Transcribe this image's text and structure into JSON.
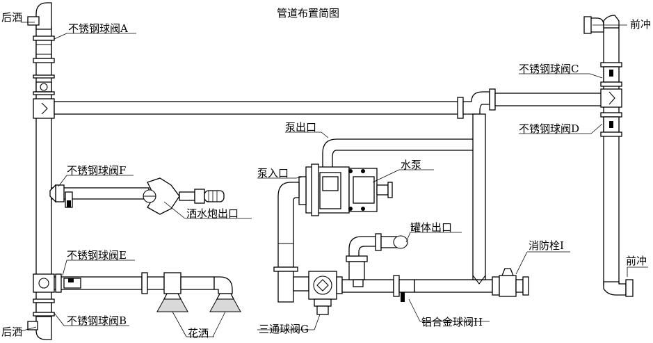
{
  "title": "管道布置简图",
  "labels": {
    "rear_spray_top": "后洒",
    "rear_spray_bottom": "后洒",
    "front_flush_top": "前冲",
    "front_flush_bottom": "前冲",
    "valve_a": "不锈钢球阀A",
    "valve_b": "不锈钢球阀B",
    "valve_c": "不锈钢球阀C",
    "valve_d": "不锈钢球阀D",
    "valve_e": "不锈钢球阀E",
    "valve_f": "不锈钢球阀F",
    "valve_g": "三通球阀G",
    "valve_h": "铝合金球阀H",
    "pump_outlet": "泵出口",
    "pump_inlet": "泵入口",
    "pump": "水泵",
    "tank_outlet": "罐体出口",
    "water_cannon_outlet": "洒水炮出口",
    "fire_port": "消防栓I",
    "flower_spray": "花洒"
  }
}
